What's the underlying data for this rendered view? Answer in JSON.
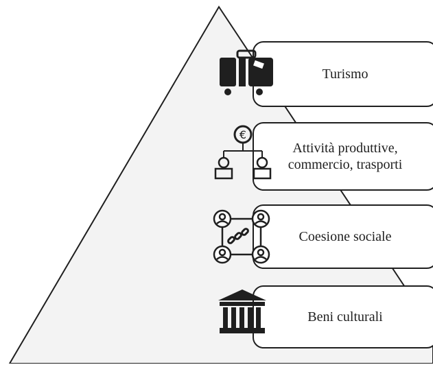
{
  "diagram": {
    "levels": [
      {
        "label": "Turismo",
        "icon": "suitcase-icon"
      },
      {
        "label_line1": "Attività produttive,",
        "label_line2": "commercio, trasporti",
        "icon": "euro-network-icon"
      },
      {
        "label": "Coesione sociale",
        "icon": "social-network-icon"
      },
      {
        "label": "Beni culturali",
        "icon": "temple-icon"
      }
    ],
    "colors": {
      "stroke": "#1f1f1f",
      "pyramid_fill": "#f3f3f3",
      "background": "#ffffff"
    }
  }
}
